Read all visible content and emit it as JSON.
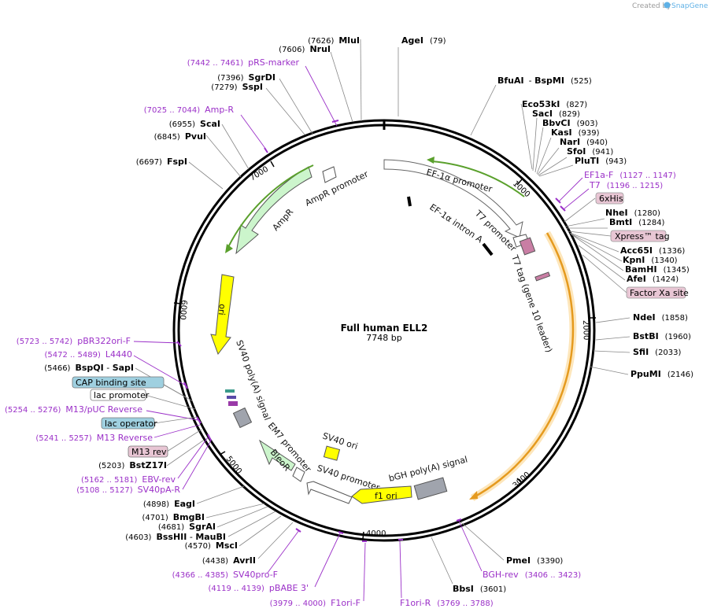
{
  "credit": {
    "prefix": "Created by",
    "brand": "SnapGene"
  },
  "plasmid": {
    "name": "Full human ELL2",
    "length_label": "7748 bp"
  },
  "colors": {
    "primer": "#9b30c8",
    "tag_box": "#e8c6d4",
    "regulatory_box": "#9fd0e0",
    "marker_green": "#ccf5cc",
    "ori_yellow": "#ffff00",
    "promoter_white": "#ffffff",
    "polyA_gray": "#a0a4ad",
    "orange_gene": "#f2b35a",
    "gene_green_line": "#5aa02c"
  },
  "ticks": [
    {
      "text": "1000"
    },
    {
      "text": "2000"
    },
    {
      "text": "3000"
    },
    {
      "text": "4000"
    },
    {
      "text": "5000"
    },
    {
      "text": "6000"
    },
    {
      "text": "7000"
    }
  ],
  "sites_right": [
    {
      "name": "AgeI",
      "pos": "(79)"
    },
    {
      "name": "BfuAI",
      "sep": "- ",
      "name2": "BspMI",
      "pos": "(525)"
    },
    {
      "name": "Eco53kI",
      "pos": "(827)"
    },
    {
      "name": "SacI",
      "pos": "(829)"
    },
    {
      "name": "BbvCI",
      "pos": "(903)"
    },
    {
      "name": "KasI",
      "pos": "(939)"
    },
    {
      "name": "NarI",
      "pos": "(940)"
    },
    {
      "name": "SfoI",
      "pos": "(941)"
    },
    {
      "name": "PluTI",
      "pos": "(943)"
    },
    {
      "name": "NheI",
      "pos": "(1280)"
    },
    {
      "name": "BmtI",
      "pos": "(1284)"
    },
    {
      "name": "Acc65I",
      "pos": "(1336)"
    },
    {
      "name": "KpnI",
      "pos": "(1340)"
    },
    {
      "name": "BamHI",
      "pos": "(1345)"
    },
    {
      "name": "AfeI",
      "pos": "(1424)"
    },
    {
      "name": "NdeI",
      "pos": "(1858)"
    },
    {
      "name": "BstBI",
      "pos": "(1960)"
    },
    {
      "name": "SfiI",
      "pos": "(2033)"
    },
    {
      "name": "PpuMI",
      "pos": "(2146)"
    },
    {
      "name": "PmeI",
      "pos": "(3390)"
    },
    {
      "name": "BbsI",
      "pos": "(3601)"
    }
  ],
  "sites_left": [
    {
      "name": "MluI",
      "pos": "(7626)"
    },
    {
      "name": "NruI",
      "pos": "(7606)"
    },
    {
      "name": "SgrDI",
      "pos": "(7396)"
    },
    {
      "name": "SspI",
      "pos": "(7279)"
    },
    {
      "name": "ScaI",
      "pos": "(6955)"
    },
    {
      "name": "PvuI",
      "pos": "(6845)"
    },
    {
      "name": "FspI",
      "pos": "(6697)"
    },
    {
      "name": "BspQI",
      "sep": " - ",
      "name2": "SapI",
      "pos": "(5466)"
    },
    {
      "name": "BstZ17I",
      "pos": "(5203)"
    },
    {
      "name": "EagI",
      "pos": "(4898)"
    },
    {
      "name": "BmgBI",
      "pos": "(4701)"
    },
    {
      "name": "SgrAI",
      "pos": "(4681)"
    },
    {
      "name": "BssHII",
      "sep": " - ",
      "name2": "MauBI",
      "pos": "(4603)"
    },
    {
      "name": "MscI",
      "pos": "(4570)"
    },
    {
      "name": "AvrII",
      "pos": "(4438)"
    }
  ],
  "primers": [
    {
      "name": "pRS-marker",
      "range": "(7442 .. 7461)"
    },
    {
      "name": "Amp-R",
      "range": "(7025 .. 7044)"
    },
    {
      "name": "EF1a-F",
      "range": "(1127 .. 1147)"
    },
    {
      "name": "T7",
      "range": "(1196 .. 1215)"
    },
    {
      "name": "pBR322ori-F",
      "range": "(5723 .. 5742)"
    },
    {
      "name": "L4440",
      "range": "(5472 .. 5489)"
    },
    {
      "name": "M13/pUC Reverse",
      "range": "(5254 .. 5276)"
    },
    {
      "name": "M13 Reverse",
      "range": "(5241 .. 5257)"
    },
    {
      "name": "EBV-rev",
      "range": "(5162 .. 5181)"
    },
    {
      "name": "SV40pA-R",
      "range": "(5108 .. 5127)"
    },
    {
      "name": "SV40pro-F",
      "range": "(4366 .. 4385)"
    },
    {
      "name": "pBABE 3'",
      "range": "(4119 .. 4139)"
    },
    {
      "name": "F1ori-F",
      "range": "(3979 .. 4000)"
    },
    {
      "name": "F1ori-R",
      "range": "(3769 .. 3788)"
    },
    {
      "name": "BGH-rev",
      "range": "(3406 .. 3423)"
    }
  ],
  "boxed_features": [
    {
      "text": "6xHis"
    },
    {
      "text": "Xpress™ tag"
    },
    {
      "text": "Factor Xa site"
    },
    {
      "text": "CAP binding site"
    },
    {
      "text": "lac promoter"
    },
    {
      "text": "lac operator"
    },
    {
      "text": "M13 rev"
    }
  ],
  "features": {
    "ef1a_promoter": "EF-1α promoter",
    "ef1a_intron": "EF-1α intron A",
    "t7_promoter": "T7 promoter",
    "t7_tag": "T7 tag (gene 10 leader)",
    "ampr": "AmpR",
    "ampr_promoter": "AmpR promoter",
    "ori": "ori",
    "sv40_polya": "SV40 poly(A) signal",
    "em7_promoter": "EM7 promoter",
    "bleor": "BleoR",
    "sv40_ori": "SV40 ori",
    "sv40_promoter": "SV40 promoter",
    "bgh_polya": "bGH poly(A) signal",
    "f1_ori": "f1 ori"
  }
}
